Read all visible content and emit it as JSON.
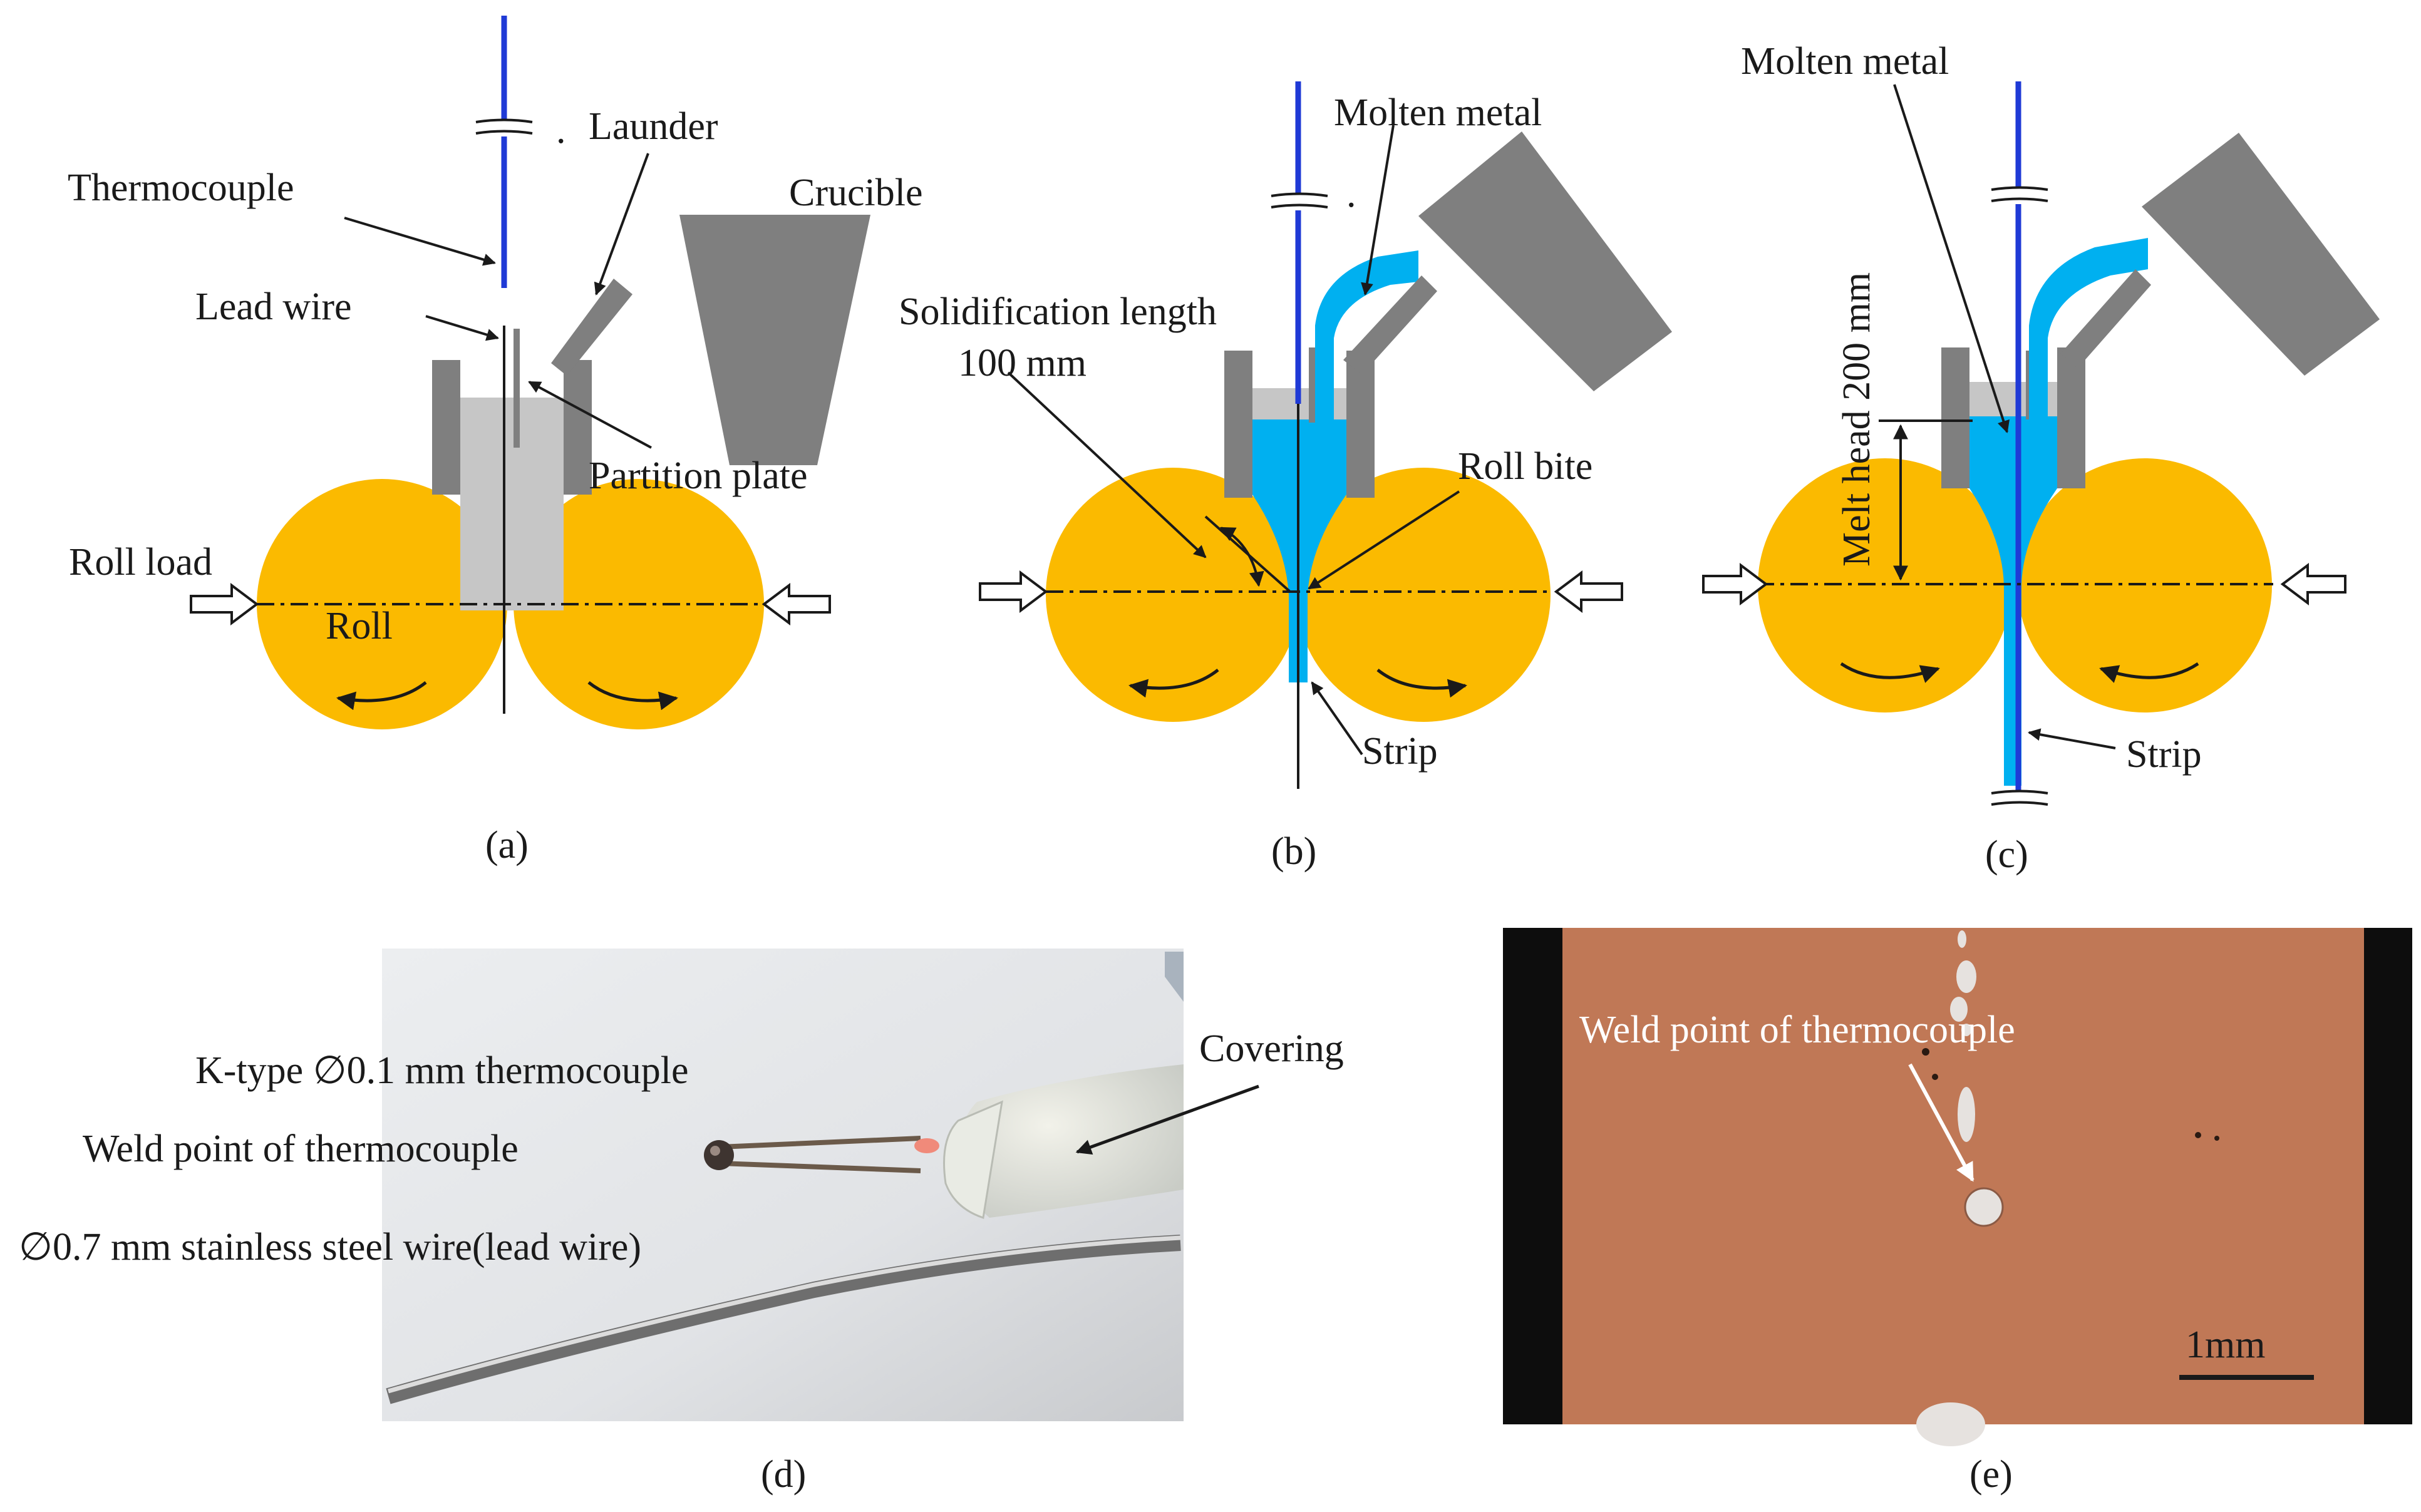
{
  "colors": {
    "roll": "#FBBA00",
    "roll_stroke": "#f0a800",
    "melt": "#00B0F0",
    "nozzle": "#7f7f7f",
    "pool_gray": "#c6c6c6",
    "wire": "#1f3ad6",
    "etch": "#c47c5a",
    "text": "#1a1a1a"
  },
  "panel_a": {
    "caption": "(a)",
    "labels": {
      "thermocouple": "Thermocouple",
      "launder": "Launder",
      "crucible": "Crucible",
      "lead_wire": "Lead wire",
      "partition_plate": "Partition plate",
      "roll_load": "Roll load",
      "roll": "Roll"
    }
  },
  "panel_b": {
    "caption": "(b)",
    "labels": {
      "molten_metal": "Molten metal",
      "solidification_length": "Solidification length",
      "length_value": "100 mm",
      "roll_bite": "Roll bite",
      "strip": "Strip"
    }
  },
  "panel_c": {
    "caption": "(c)",
    "labels": {
      "molten_metal": "Molten metal",
      "melt_head": "Melt head 200 mm",
      "strip": "Strip"
    }
  },
  "panel_d": {
    "caption": "(d)",
    "labels": {
      "k_type": "K-type ∅0.1 mm thermocouple",
      "weld_point": "Weld point of thermocouple",
      "lead_wire": "∅0.7 mm stainless steel wire(lead wire)",
      "covering": "Covering"
    }
  },
  "panel_e": {
    "caption": "(e)",
    "labels": {
      "weld_point": "Weld point of thermocouple",
      "scale": "1mm"
    }
  }
}
